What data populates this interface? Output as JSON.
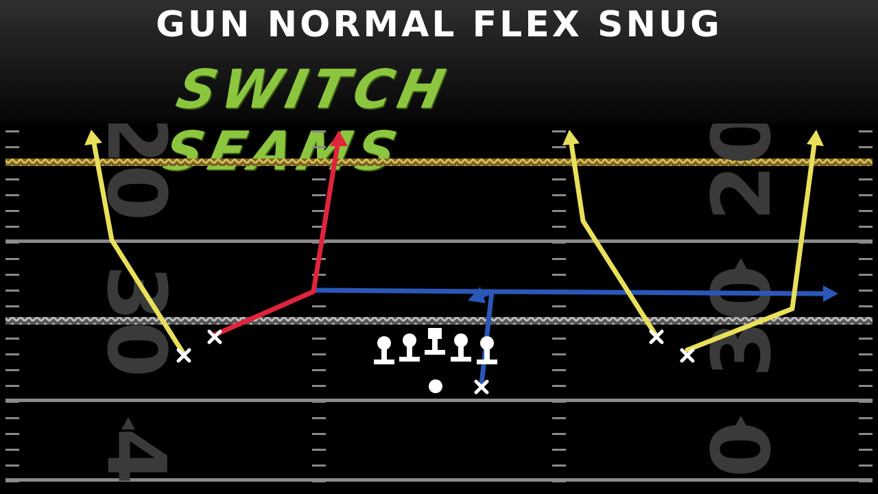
{
  "header": {
    "formation": "GUN NORMAL FLEX SNUG",
    "play_name": "SWITCH SEAMS"
  },
  "field": {
    "yard_numbers_left": [
      "20",
      "30",
      "4"
    ],
    "yard_numbers_right": [
      "20",
      "30",
      "0"
    ],
    "colors": {
      "first_down_line": "#b59a3a",
      "scrimmage_line": "#9a9a9a",
      "yard_line": "#8a8a8a",
      "number": "#3a3a3a"
    }
  },
  "routes": {
    "colors": {
      "streak": "#e8e05a",
      "seam": "#e0243c",
      "drag": "#2a57b8"
    }
  },
  "icons": {
    "receiver": "x-mark-icon",
    "lineman": "lineman-icon",
    "quarterback": "dot-icon"
  }
}
